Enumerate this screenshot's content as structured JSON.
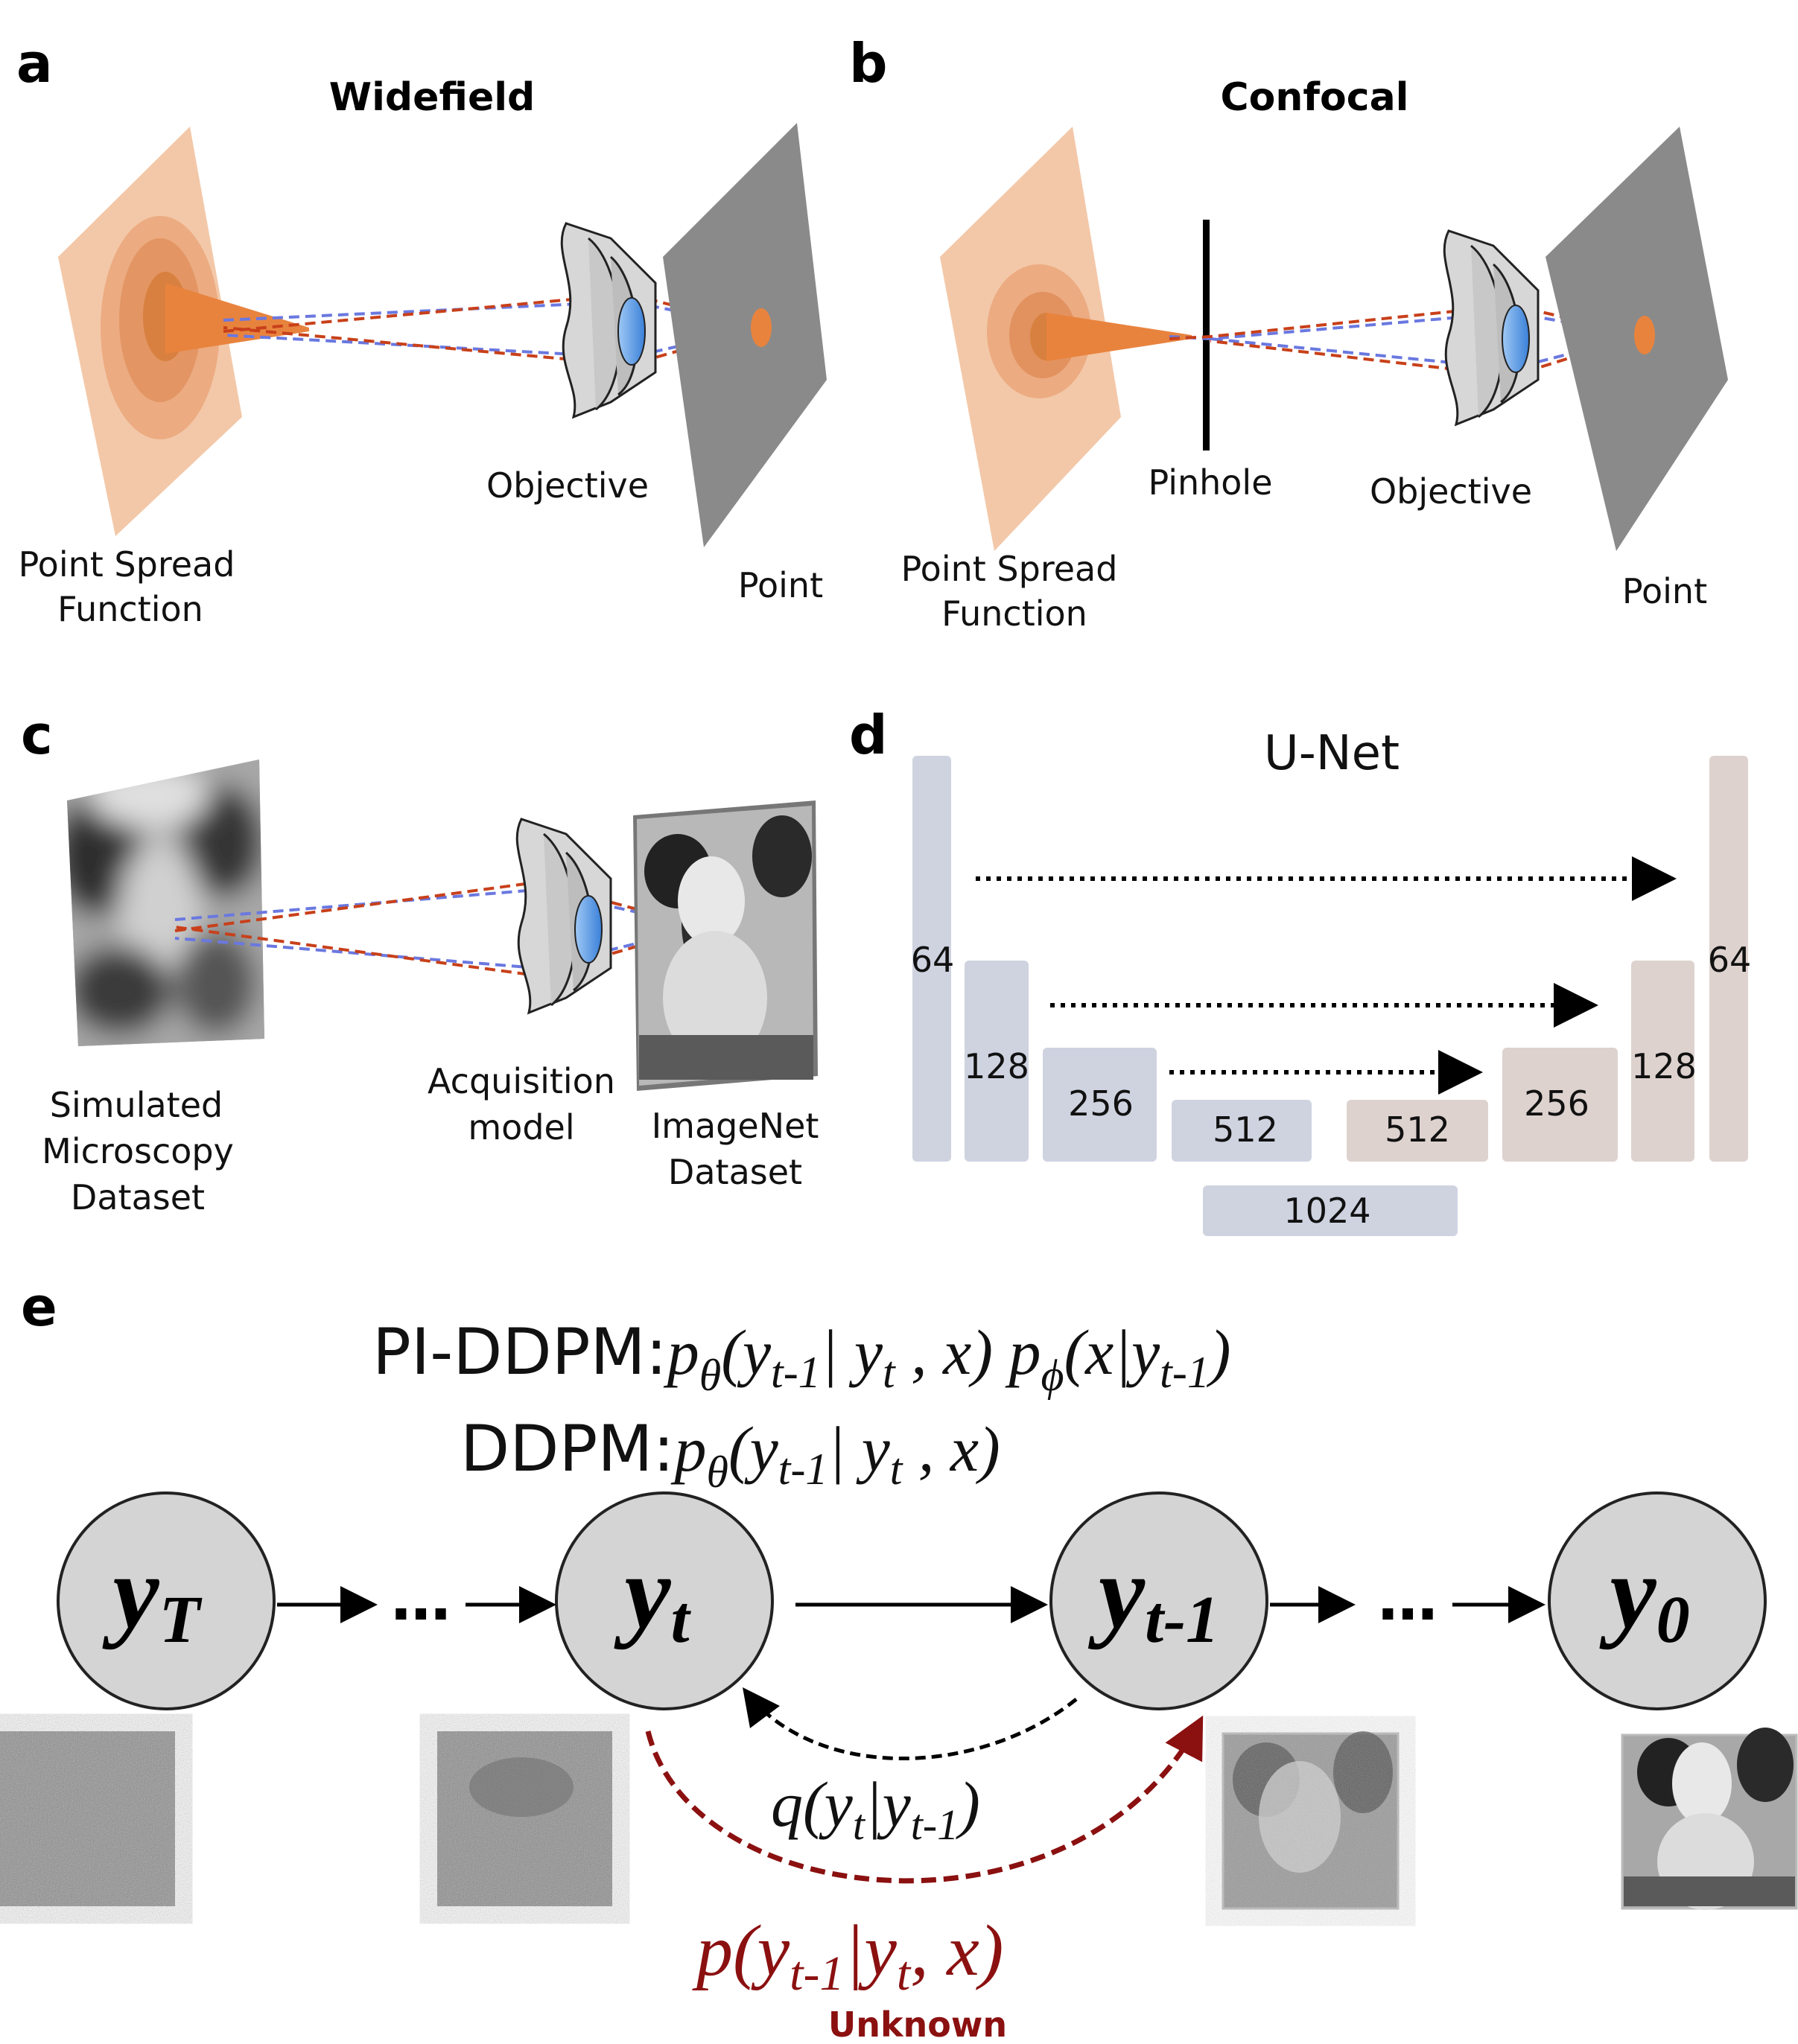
{
  "panels": {
    "a": {
      "letter": "a",
      "title": "Widefield",
      "labels": {
        "psf_line1": "Point Spread",
        "psf_line2": "Function",
        "objective": "Objective",
        "point": "Point"
      }
    },
    "b": {
      "letter": "b",
      "title": "Confocal",
      "labels": {
        "psf_line1": "Point Spread",
        "psf_line2": "Function",
        "pinhole": "Pinhole",
        "objective": "Objective",
        "point": "Point"
      }
    },
    "c": {
      "letter": "c",
      "labels": {
        "sim_line1": "Simulated",
        "sim_line2": "Microscopy",
        "sim_line3": "Dataset",
        "acq_line1": "Acquisition",
        "acq_line2": "model",
        "imgnet_line1": "ImageNet",
        "imgnet_line2": "Dataset"
      }
    },
    "d": {
      "letter": "d",
      "title": "U-Net",
      "blocks": [
        {
          "label": "64",
          "side": "enc"
        },
        {
          "label": "128",
          "side": "enc"
        },
        {
          "label": "256",
          "side": "enc"
        },
        {
          "label": "512",
          "side": "enc"
        },
        {
          "label": "1024",
          "side": "bottleneck"
        },
        {
          "label": "512",
          "side": "dec"
        },
        {
          "label": "256",
          "side": "dec"
        },
        {
          "label": "128",
          "side": "dec"
        },
        {
          "label": "64",
          "side": "dec"
        }
      ]
    },
    "e": {
      "letter": "e",
      "pi_ddpm_label": "PI-DDPM:",
      "ddpm_label": "DDPM:",
      "nodes": [
        {
          "main": "y",
          "sub": "T"
        },
        {
          "main": "y",
          "sub": "t"
        },
        {
          "main": "y",
          "sub": "t-1"
        },
        {
          "main": "y",
          "sub": "0"
        }
      ],
      "ellipsis": "…",
      "forward_label": "q(y_t|y_t-1)",
      "reverse_label": "p(y_t-1|y_t, x)",
      "unknown": "Unknown"
    }
  },
  "colors": {
    "psf_orange": "#f0a070",
    "beam_orange": "#e8833e",
    "red_dash": "#c8401a",
    "blue_dash": "#6a78e0",
    "lens_blue": "#4a90e2",
    "plane_gray": "#8a8a8a",
    "enc_block": "#cfd3e0",
    "dec_block": "#ddd2ce",
    "node_fill": "#d4d4d4",
    "reverse_red": "#8b1010"
  }
}
